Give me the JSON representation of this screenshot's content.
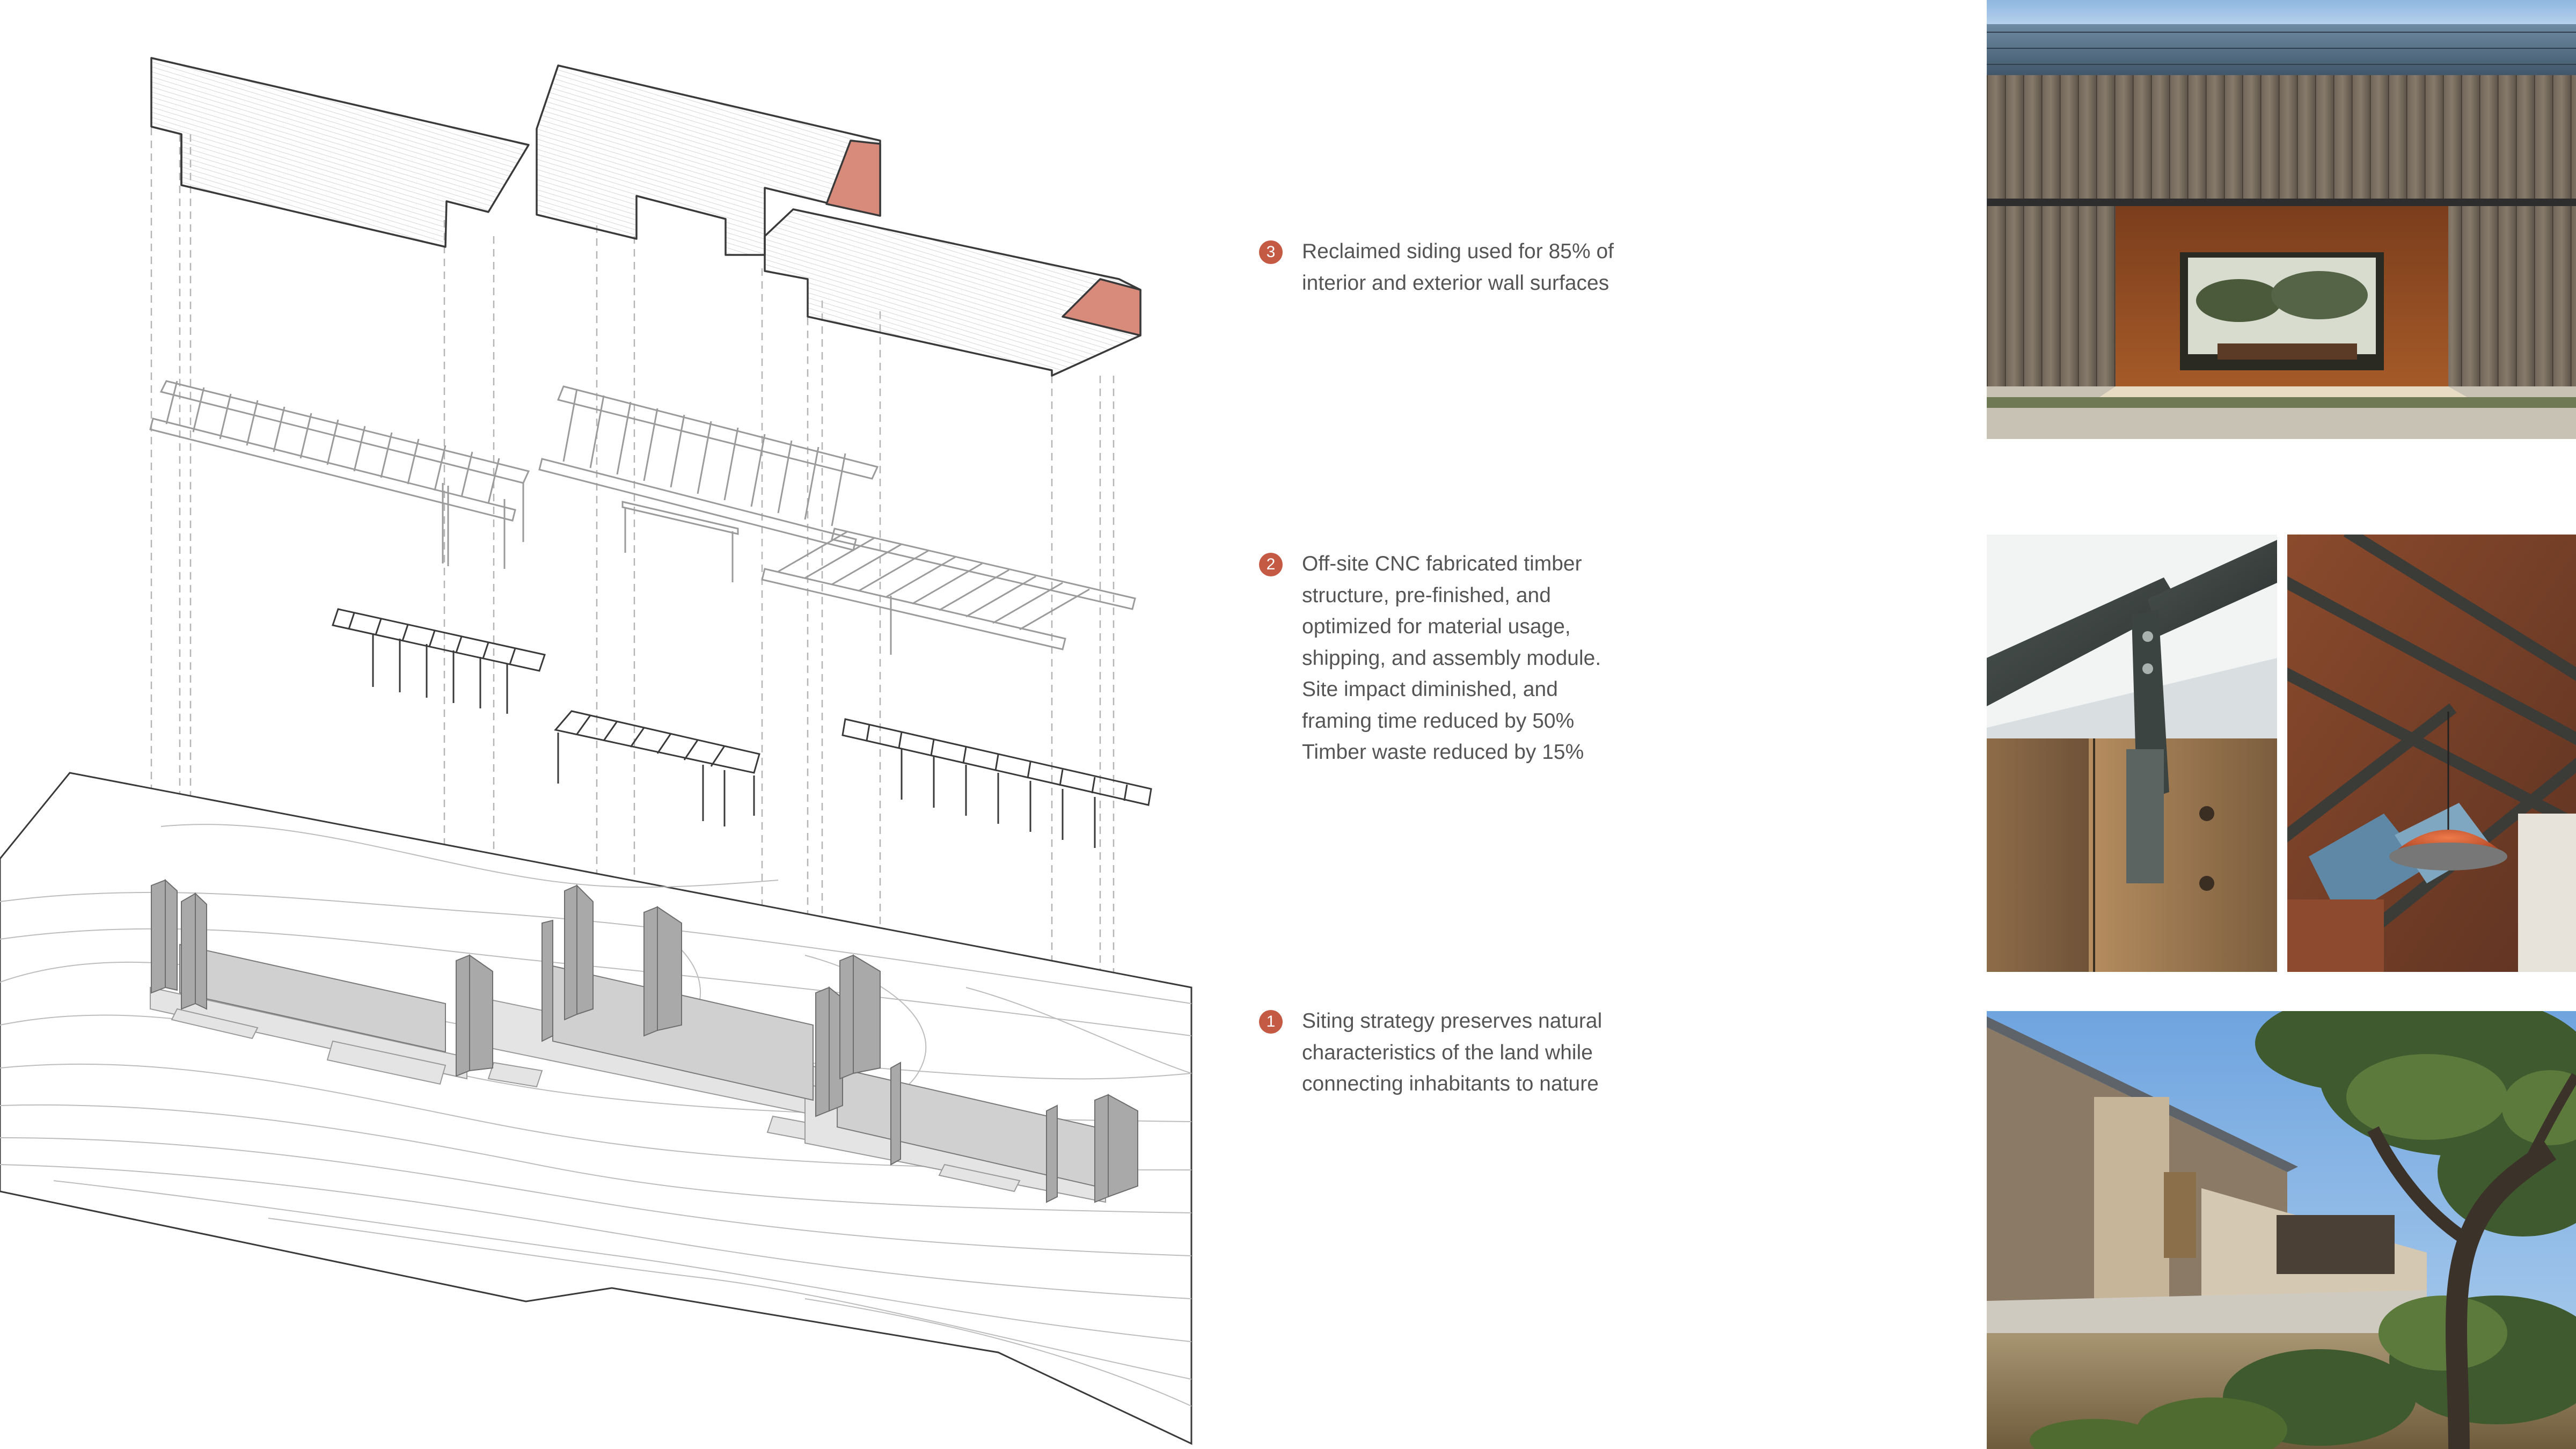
{
  "colors": {
    "accent": "#c45a43",
    "text": "#555555",
    "line": "#3a3a3a",
    "wall": "#cfcfcf",
    "roof_end": "#d88a7b"
  },
  "notes": [
    {
      "number": "3",
      "lines": [
        "Reclaimed siding used for 85% of",
        "interior and exterior wall surfaces"
      ]
    },
    {
      "number": "2",
      "lines": [
        "Off-site CNC fabricated timber",
        "structure, pre-finished, and",
        "optimized for material usage,",
        "shipping, and assembly module.",
        "Site impact diminished, and",
        "framing time reduced by 50%",
        "Timber waste reduced by 15%"
      ]
    },
    {
      "number": "1",
      "lines": [
        "Siting strategy preserves natural",
        "characteristics of the land while",
        "connecting inhabitants to nature"
      ]
    }
  ],
  "photos": [
    {
      "name": "barn-door-opening"
    },
    {
      "name": "steel-timber-connection"
    },
    {
      "name": "timber-ceiling-with-pendant"
    },
    {
      "name": "courtyard-under-oak-trees"
    }
  ]
}
